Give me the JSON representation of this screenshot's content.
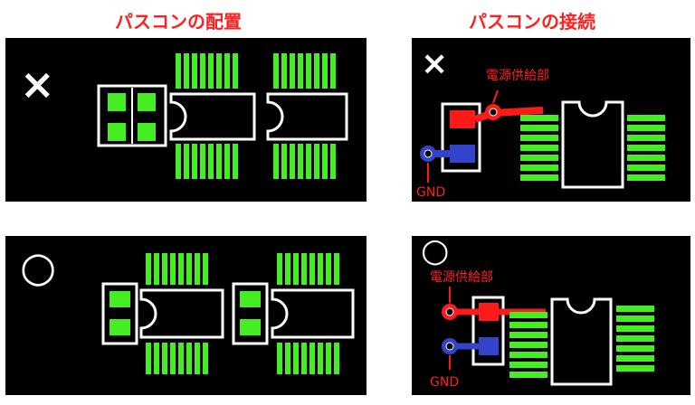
{
  "titles": {
    "placement": "パスコンの配置",
    "connection": "パスコンの接続"
  },
  "marks": {
    "bad": "×",
    "good": "○"
  },
  "labels": {
    "power": "電源供給部",
    "gnd": "GND"
  },
  "colors": {
    "title": "#ff2020",
    "panel_bg": "#000000",
    "pad_green": "#44ee22",
    "outline": "#ffffff",
    "power_trace": "#ff1a1a",
    "gnd_trace": "#3344cc"
  }
}
